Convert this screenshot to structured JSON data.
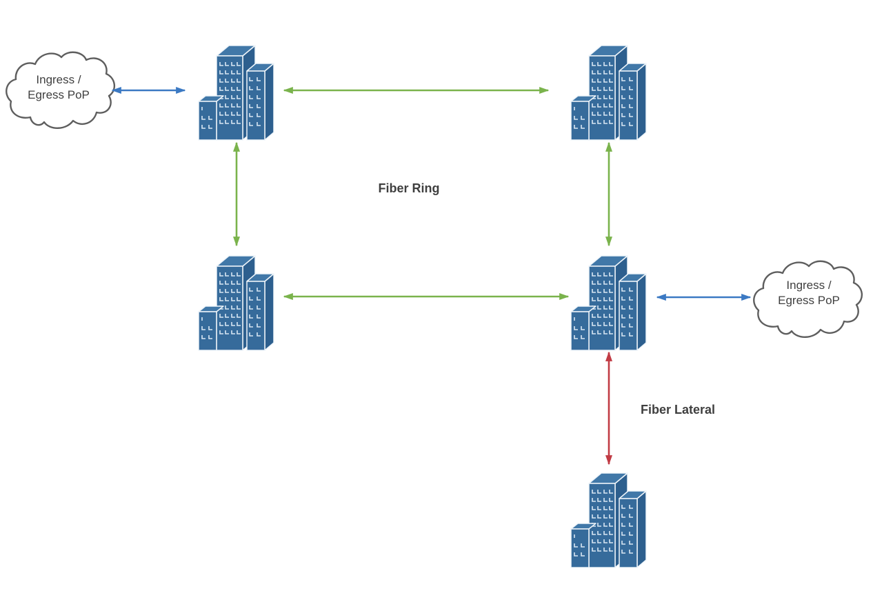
{
  "diagram": {
    "type": "network-topology",
    "labels": {
      "ring": "Fiber Ring",
      "lateral": "Fiber Lateral"
    },
    "clouds": {
      "left": {
        "line1": "Ingress /",
        "line2": "Egress PoP"
      },
      "right": {
        "line1": "Ingress /",
        "line2": "Egress PoP"
      }
    },
    "nodes": [
      {
        "id": "pop-left",
        "type": "cloud",
        "label": "Ingress / Egress PoP"
      },
      {
        "id": "building-top-left",
        "type": "building",
        "label": ""
      },
      {
        "id": "building-top-right",
        "type": "building",
        "label": ""
      },
      {
        "id": "building-mid-left",
        "type": "building",
        "label": ""
      },
      {
        "id": "building-mid-right",
        "type": "building",
        "label": ""
      },
      {
        "id": "building-bottom",
        "type": "building",
        "label": ""
      },
      {
        "id": "pop-right",
        "type": "cloud",
        "label": "Ingress / Egress PoP"
      }
    ],
    "edges": [
      {
        "from": "pop-left",
        "to": "building-top-left",
        "kind": "pop-link",
        "style": "double-arrow",
        "color": "#3B79C3"
      },
      {
        "from": "building-top-left",
        "to": "building-top-right",
        "kind": "fiber-ring",
        "style": "double-arrow",
        "color": "#7AB34C"
      },
      {
        "from": "building-top-left",
        "to": "building-mid-left",
        "kind": "fiber-ring",
        "style": "double-arrow",
        "color": "#7AB34C"
      },
      {
        "from": "building-top-right",
        "to": "building-mid-right",
        "kind": "fiber-ring",
        "style": "double-arrow",
        "color": "#7AB34C"
      },
      {
        "from": "building-mid-left",
        "to": "building-mid-right",
        "kind": "fiber-ring",
        "style": "double-arrow",
        "color": "#7AB34C"
      },
      {
        "from": "building-mid-right",
        "to": "pop-right",
        "kind": "pop-link",
        "style": "double-arrow",
        "color": "#3B79C3"
      },
      {
        "from": "building-mid-right",
        "to": "building-bottom",
        "kind": "fiber-lateral",
        "style": "double-arrow",
        "color": "#C13B44"
      }
    ],
    "colors": {
      "ring": "#7AB34C",
      "lateral": "#C13B44",
      "pop_link": "#3B79C3",
      "cloud_stroke": "#5E5E5E",
      "cloud_fill": "#FFFFFF",
      "text": "#3F3F3F",
      "building_front": "#366B9B",
      "building_roof": "#4178A8",
      "building_side": "#2D5F8E",
      "building_outline": "#EFF5FA",
      "building_window": "#D9E7F3",
      "background": "#FFFFFF"
    }
  }
}
